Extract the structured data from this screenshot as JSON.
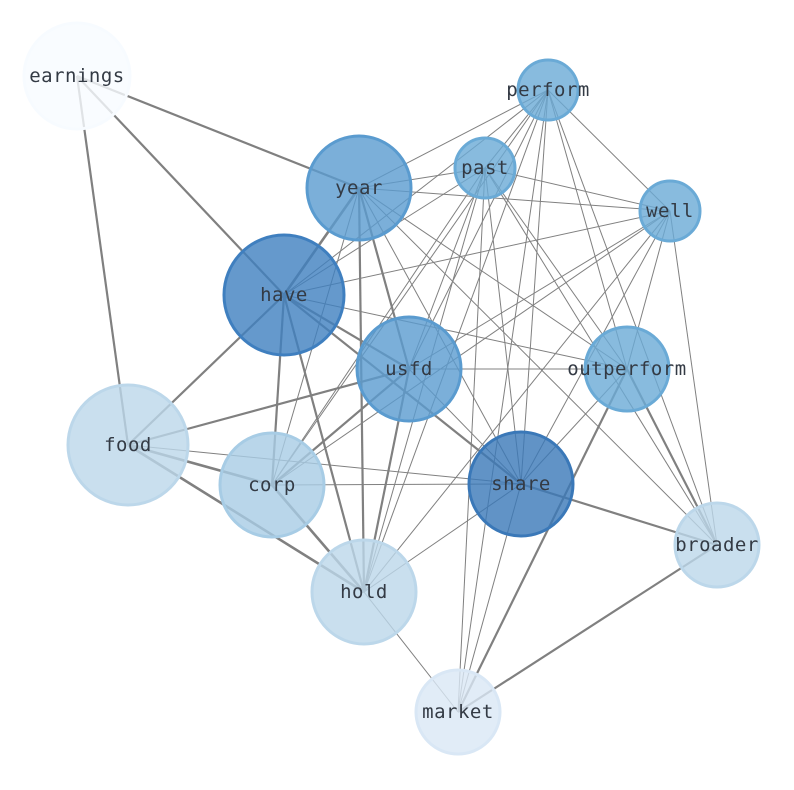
{
  "graph": {
    "edge_color": "#808080",
    "nodes": [
      {
        "id": "earnings",
        "label": "earnings",
        "color": "#f7fbff",
        "weight": 0.3
      },
      {
        "id": "perform",
        "label": "perform",
        "color": "#6aaad6",
        "weight": 0.17
      },
      {
        "id": "past",
        "label": "past",
        "color": "#6aaad6",
        "weight": 0.17
      },
      {
        "id": "year",
        "label": "year",
        "color": "#5a9bcf",
        "weight": 0.3
      },
      {
        "id": "well",
        "label": "well",
        "color": "#6aaad6",
        "weight": 0.17
      },
      {
        "id": "have",
        "label": "have",
        "color": "#3f7fbf",
        "weight": 0.35
      },
      {
        "id": "usfd",
        "label": "usfd",
        "color": "#5a9bcf",
        "weight": 0.3
      },
      {
        "id": "outperform",
        "label": "outperform",
        "color": "#6aaad6",
        "weight": 0.24
      },
      {
        "id": "food",
        "label": "food",
        "color": "#bcd7ea",
        "weight": 0.35
      },
      {
        "id": "corp",
        "label": "corp",
        "color": "#a7cce5",
        "weight": 0.3
      },
      {
        "id": "share",
        "label": "share",
        "color": "#3a78b8",
        "weight": 0.3
      },
      {
        "id": "broader",
        "label": "broader",
        "color": "#bcd7ea",
        "weight": 0.24
      },
      {
        "id": "hold",
        "label": "hold",
        "color": "#bcd7ea",
        "weight": 0.3
      },
      {
        "id": "market",
        "label": "market",
        "color": "#d9e7f5",
        "weight": 0.24
      }
    ],
    "edges": [
      {
        "source": "earnings",
        "target": "year",
        "w": 2
      },
      {
        "source": "earnings",
        "target": "have",
        "w": 2
      },
      {
        "source": "earnings",
        "target": "food",
        "w": 2
      },
      {
        "source": "year",
        "target": "have",
        "w": 3
      },
      {
        "source": "year",
        "target": "usfd",
        "w": 2
      },
      {
        "source": "year",
        "target": "hold",
        "w": 2
      },
      {
        "source": "year",
        "target": "share",
        "w": 1
      },
      {
        "source": "year",
        "target": "corp",
        "w": 1
      },
      {
        "source": "year",
        "target": "past",
        "w": 1
      },
      {
        "source": "year",
        "target": "perform",
        "w": 1
      },
      {
        "source": "year",
        "target": "well",
        "w": 1
      },
      {
        "source": "year",
        "target": "outperform",
        "w": 1
      },
      {
        "source": "year",
        "target": "broader",
        "w": 1
      },
      {
        "source": "have",
        "target": "usfd",
        "w": 2
      },
      {
        "source": "have",
        "target": "food",
        "w": 2
      },
      {
        "source": "have",
        "target": "corp",
        "w": 2
      },
      {
        "source": "have",
        "target": "hold",
        "w": 2
      },
      {
        "source": "have",
        "target": "share",
        "w": 2
      },
      {
        "source": "have",
        "target": "past",
        "w": 1
      },
      {
        "source": "have",
        "target": "perform",
        "w": 1
      },
      {
        "source": "have",
        "target": "well",
        "w": 1
      },
      {
        "source": "have",
        "target": "outperform",
        "w": 1
      },
      {
        "source": "usfd",
        "target": "food",
        "w": 2
      },
      {
        "source": "usfd",
        "target": "corp",
        "w": 2
      },
      {
        "source": "usfd",
        "target": "hold",
        "w": 2
      },
      {
        "source": "usfd",
        "target": "share",
        "w": 1
      },
      {
        "source": "usfd",
        "target": "outperform",
        "w": 1
      },
      {
        "source": "usfd",
        "target": "past",
        "w": 1
      },
      {
        "source": "usfd",
        "target": "perform",
        "w": 1
      },
      {
        "source": "usfd",
        "target": "well",
        "w": 1
      },
      {
        "source": "food",
        "target": "corp",
        "w": 3
      },
      {
        "source": "food",
        "target": "hold",
        "w": 3
      },
      {
        "source": "food",
        "target": "share",
        "w": 1
      },
      {
        "source": "corp",
        "target": "share",
        "w": 1
      },
      {
        "source": "corp",
        "target": "hold",
        "w": 3
      },
      {
        "source": "corp",
        "target": "past",
        "w": 1
      },
      {
        "source": "corp",
        "target": "perform",
        "w": 1
      },
      {
        "source": "share",
        "target": "broader",
        "w": 2
      },
      {
        "source": "share",
        "target": "past",
        "w": 1
      },
      {
        "source": "share",
        "target": "perform",
        "w": 1
      },
      {
        "source": "share",
        "target": "well",
        "w": 1
      },
      {
        "source": "share",
        "target": "outperform",
        "w": 1
      },
      {
        "source": "share",
        "target": "hold",
        "w": 1
      },
      {
        "source": "share",
        "target": "market",
        "w": 1
      },
      {
        "source": "outperform",
        "target": "broader",
        "w": 2
      },
      {
        "source": "outperform",
        "target": "market",
        "w": 2
      },
      {
        "source": "outperform",
        "target": "past",
        "w": 1
      },
      {
        "source": "outperform",
        "target": "perform",
        "w": 1
      },
      {
        "source": "outperform",
        "target": "well",
        "w": 1
      },
      {
        "source": "broader",
        "target": "market",
        "w": 2
      },
      {
        "source": "broader",
        "target": "past",
        "w": 1
      },
      {
        "source": "broader",
        "target": "perform",
        "w": 1
      },
      {
        "source": "broader",
        "target": "well",
        "w": 1
      },
      {
        "source": "past",
        "target": "perform",
        "w": 1
      },
      {
        "source": "past",
        "target": "well",
        "w": 1
      },
      {
        "source": "past",
        "target": "hold",
        "w": 1
      },
      {
        "source": "past",
        "target": "market",
        "w": 1
      },
      {
        "source": "perform",
        "target": "well",
        "w": 1
      },
      {
        "source": "perform",
        "target": "hold",
        "w": 1
      },
      {
        "source": "perform",
        "target": "market",
        "w": 1
      },
      {
        "source": "well",
        "target": "corp",
        "w": 1
      },
      {
        "source": "well",
        "target": "hold",
        "w": 1
      },
      {
        "source": "hold",
        "target": "market",
        "w": 1
      }
    ]
  }
}
